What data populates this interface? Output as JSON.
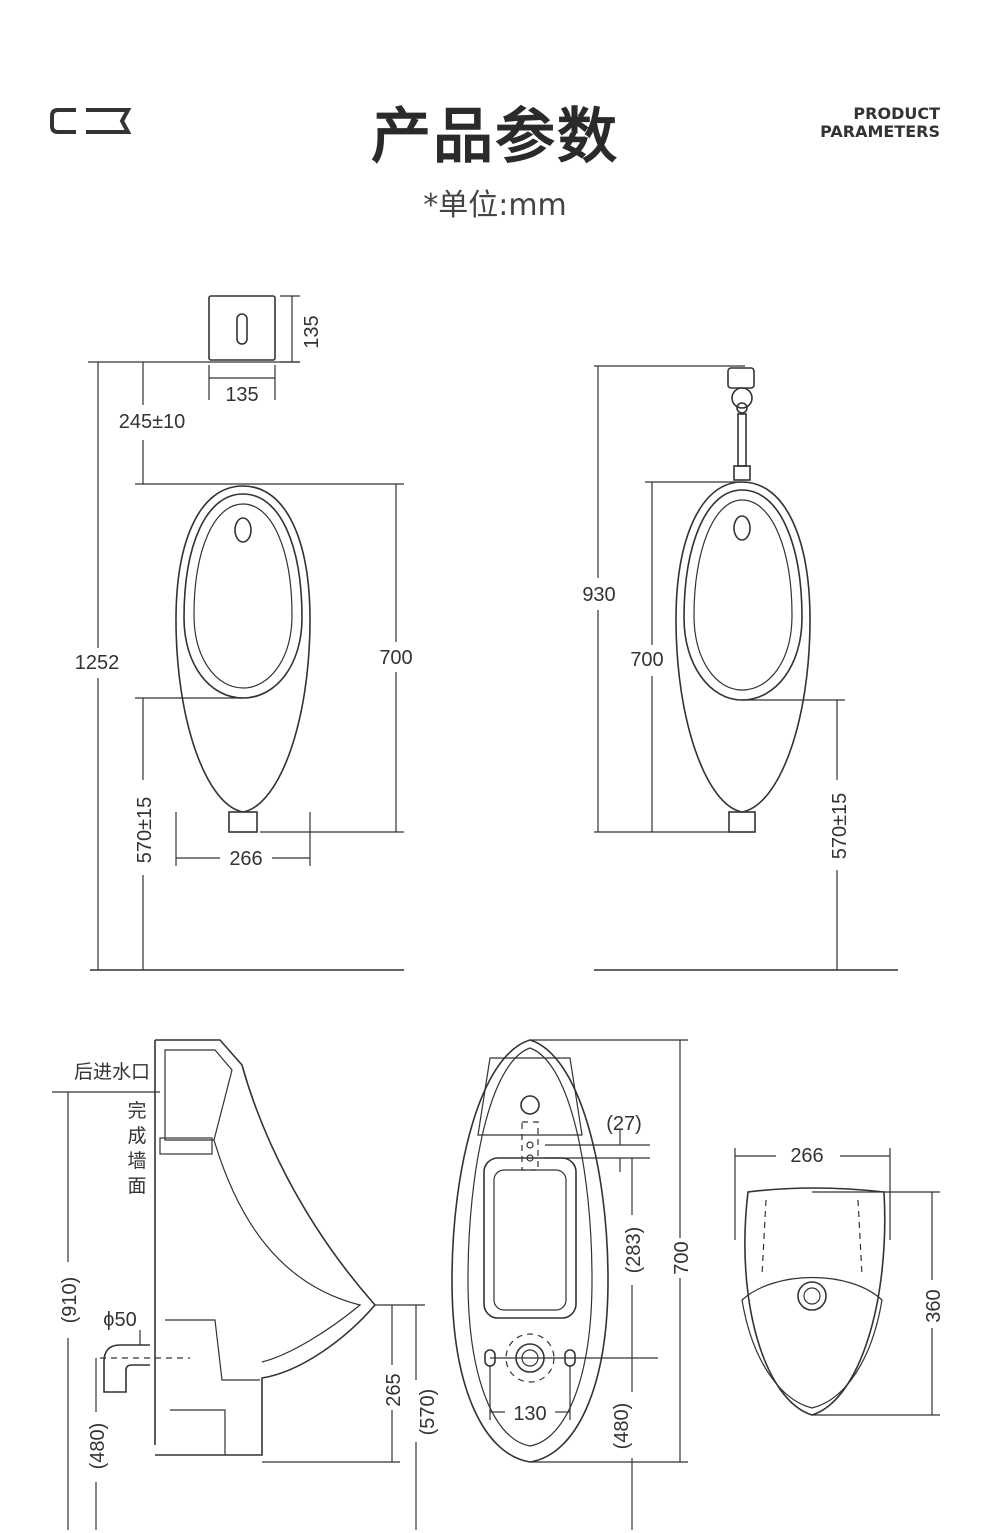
{
  "header": {
    "title": "产品参数",
    "unit": "*单位:mm",
    "en_line1": "PRODUCT",
    "en_line2": "PARAMETERS"
  },
  "front_view": {
    "sensor_w": "135",
    "sensor_h": "135",
    "sensor_gap": "245±10",
    "total_h": "1252",
    "body_h": "700",
    "rim_h": "570±15",
    "width": "266"
  },
  "side_flush_view": {
    "total_h": "930",
    "body_h": "700",
    "rim_h": "570±15"
  },
  "section_view": {
    "rear_inlet": "后进水口",
    "wall_label": [
      "完",
      "成",
      "墙",
      "面"
    ],
    "inlet_h": "(910)",
    "outlet_dia": "ϕ50",
    "outlet_h": "(480)",
    "lip_h": "265",
    "rim_h": "(570)"
  },
  "back_view": {
    "top_offset": "(27)",
    "slot_h": "(283)",
    "total_h": "700",
    "outlet_h": "(480)",
    "hole_spacing": "130"
  },
  "top_view": {
    "width": "266",
    "depth": "360"
  }
}
